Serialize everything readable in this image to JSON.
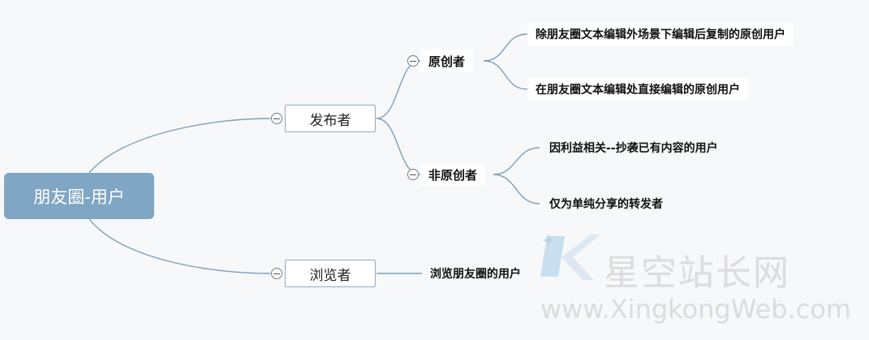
{
  "root": "朋友圈-用户",
  "branches": [
    {
      "label": "发布者",
      "children": [
        {
          "label": "原创者",
          "leaves": [
            "除朋友圈文本编辑外场景下编辑后复制的原创用户",
            "在朋友圈文本编辑处直接编辑的原创用户"
          ]
        },
        {
          "label": "非原创者",
          "leaves": [
            "因利益相关--抄袭已有内容的用户",
            "仅为单纯分享的转发者"
          ]
        }
      ]
    },
    {
      "label": "浏览者",
      "leaf": "浏览朋友圈的用户"
    }
  ],
  "watermark": {
    "text_cn": "星空站长网",
    "url": "www.XingkongWeb.com"
  },
  "colors": {
    "root_fill": "#7fa6c4",
    "connector": "#7f9fb8",
    "background": "#f7f8fa"
  }
}
